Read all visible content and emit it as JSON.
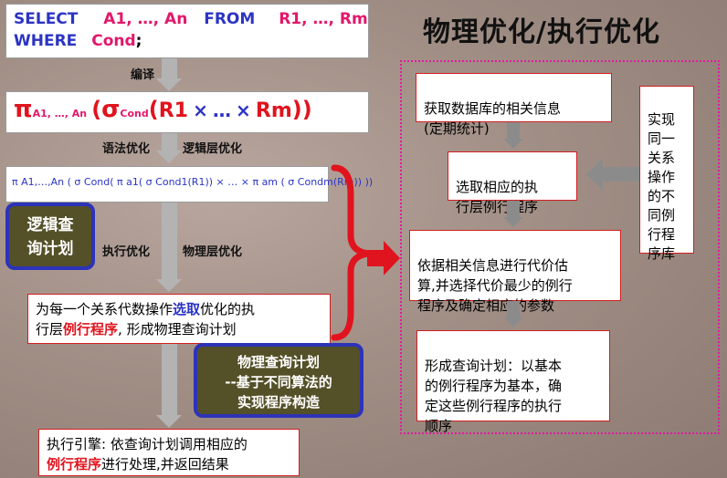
{
  "sql": {
    "line1_kw1": "SELECT",
    "line1_cols": "A1, …, An",
    "line1_kw2": "FROM",
    "line1_rels": "R1, …, Rm",
    "line2_kw": "WHERE",
    "line2_cond": "Cond",
    "line2_semi": ";"
  },
  "labels": {
    "compile": "编译",
    "syntax_opt": "语法优化",
    "logic_opt": "逻辑层优化",
    "exec_opt": "执行优化",
    "phys_opt": "物理层优化"
  },
  "algebra1": {
    "pi": "π",
    "pi_sub": "A1, …, An",
    "open": "(",
    "sigma": "σ",
    "sigma_sub": "Cond",
    "open2": "(",
    "r1": "R1",
    "times": "×",
    "dots": "…",
    "times2": "×",
    "rm": "Rm",
    "close": "))"
  },
  "algebra2": {
    "text": "π A1,…,An ( σ Cond( π a1( σ Cond1(R1)) × … × π am ( σ Condm(Rm)) ))"
  },
  "logic_plan": {
    "line1": "逻辑查",
    "line2": "询计划"
  },
  "phys_plan": {
    "line1": "物理查询计划",
    "line2": "--基于不同算法的",
    "line3": "实现程序构造"
  },
  "select_box": {
    "p1": "为每一个关系代数操作",
    "hl1": "选取",
    "p2": "优化的执",
    "p3": "行层",
    "hl2": "例行程序",
    "p4": ", 形成物理查询计划"
  },
  "engine_box": {
    "p1": "执行引擎: 依查询计划调用相应的",
    "hl": "例行程序",
    "p2": "进行处理,并返回结果"
  },
  "right": {
    "title": "物理优化/执行优化",
    "step1": "获取数据库的相关信息\n(定期统计)",
    "step2": "选取相应的执\n行层例行程序",
    "step3": "依据相关信息进行代价估\n算,并选择代价最少的例行\n程序及确定相应的参数",
    "step4": "形成查询计划：以基本\n的例行程序为基本，确\n定这些例行程序的执行\n顺序",
    "side": "实现\n同一\n关系\n操作\n的不\n同例\n行程\n序库"
  }
}
